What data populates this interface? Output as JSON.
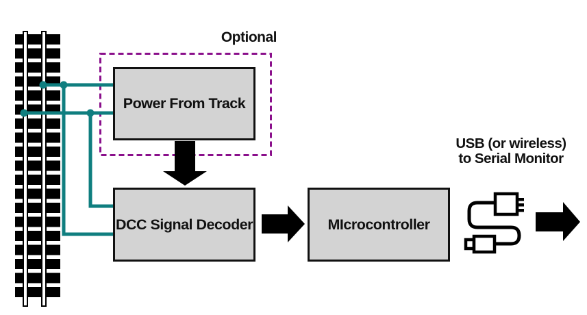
{
  "optional_group": {
    "label": "Optional"
  },
  "nodes": {
    "power_from_track": {
      "label": "Power From Track",
      "inside_optional_group": true
    },
    "dcc_signal_decoder": {
      "label": "DCC Signal Decoder"
    },
    "microcontroller": {
      "label": "MIcrocontroller"
    }
  },
  "output_note": {
    "line1": "USB (or wireless)",
    "line2": "to Serial Monitor"
  },
  "icons": {
    "track": "railroad-track-icon",
    "usb": "usb-cable-icon",
    "arrow_down": "arrow-down-icon",
    "arrow_right": "arrow-right-icon"
  },
  "connections": [
    {
      "from": "track-right-rail",
      "to": "power_from_track",
      "style": "teal-wire"
    },
    {
      "from": "track-left-rail",
      "to": "power_from_track",
      "style": "teal-wire"
    },
    {
      "from": "track-right-rail",
      "to": "dcc_signal_decoder",
      "style": "teal-wire"
    },
    {
      "from": "track-left-rail",
      "to": "dcc_signal_decoder",
      "style": "teal-wire"
    },
    {
      "from": "power_from_track",
      "to": "dcc_signal_decoder",
      "style": "black-arrow"
    },
    {
      "from": "dcc_signal_decoder",
      "to": "microcontroller",
      "style": "black-arrow"
    },
    {
      "from": "microcontroller",
      "to": "usb-serial-output",
      "style": "black-arrow"
    }
  ],
  "colors": {
    "wire": "#0f7e7f",
    "optional_border": "#8a0f8b",
    "box_fill": "#d3d3d3",
    "box_border": "#111111",
    "arrow": "#000000",
    "tie": "#000000"
  }
}
